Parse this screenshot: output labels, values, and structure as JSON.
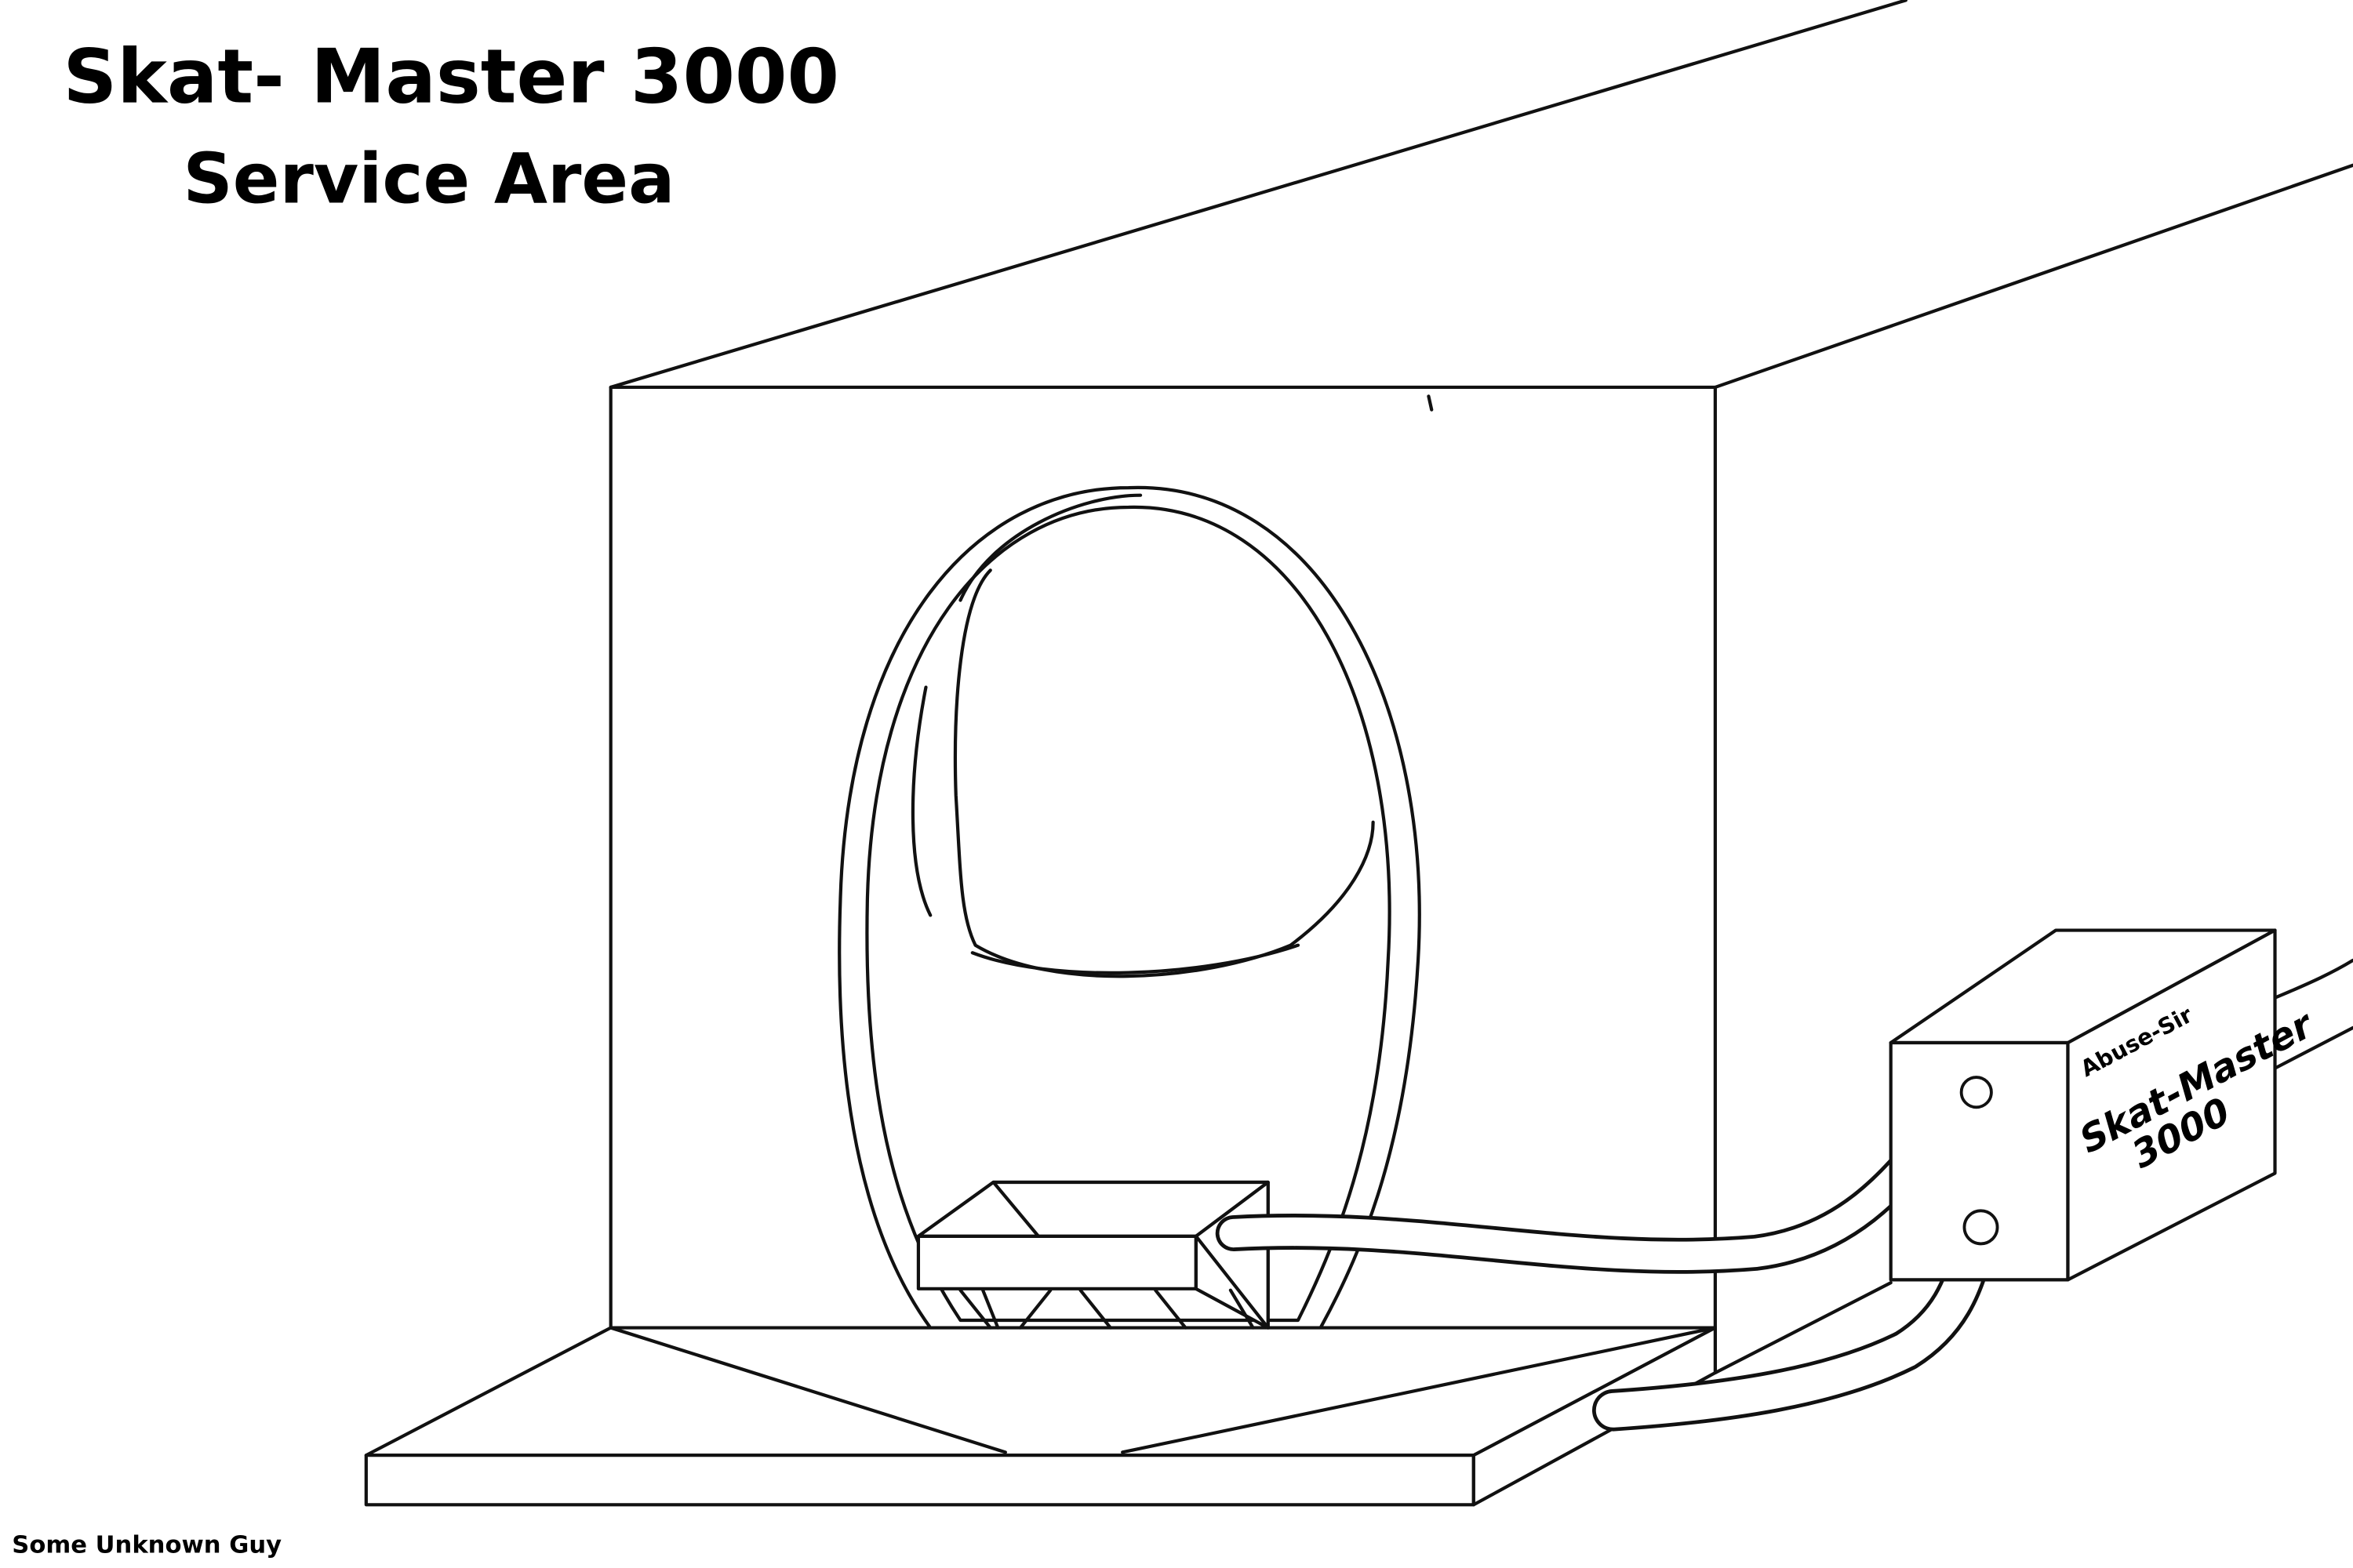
{
  "title": {
    "line1": "Skat- Master 3000",
    "line2": "Service Area"
  },
  "device_label": {
    "brand": "Abuse-Sir",
    "name": "Skat-Master",
    "model": "3000"
  },
  "credit": "Some Unknown Guy",
  "colors": {
    "ink": "#111111",
    "background": "#ffffff"
  }
}
